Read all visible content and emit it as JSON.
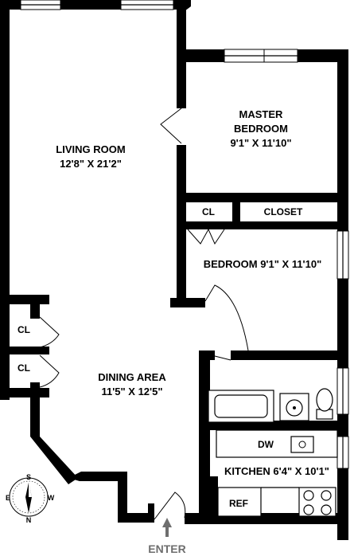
{
  "rooms": {
    "living_room": {
      "name": "LIVING ROOM",
      "dims": "12'8\" X 21'2\""
    },
    "master_bedroom": {
      "name_line1": "MASTER",
      "name_line2": "BEDROOM",
      "dims": "9'1\" X 11'10\""
    },
    "bedroom": {
      "label": "BEDROOM 9'1\" X 11'10\""
    },
    "dining_area": {
      "name": "DINING AREA",
      "dims": "11'5\" X 12'5\""
    },
    "kitchen": {
      "label": "KITCHEN 6'4\" X 10'1\""
    }
  },
  "fixtures": {
    "closet_small": "CL",
    "closet_large": "CLOSET",
    "closet_left_1": "CL",
    "closet_left_2": "CL",
    "dishwasher": "DW",
    "refrigerator": "REF"
  },
  "entrance": {
    "label": "ENTER"
  },
  "compass": {
    "n": "N",
    "s": "S",
    "e": "E",
    "w": "W"
  },
  "colors": {
    "wall": "#000000",
    "enter_text": "#6e6e6e",
    "background": "#ffffff"
  }
}
